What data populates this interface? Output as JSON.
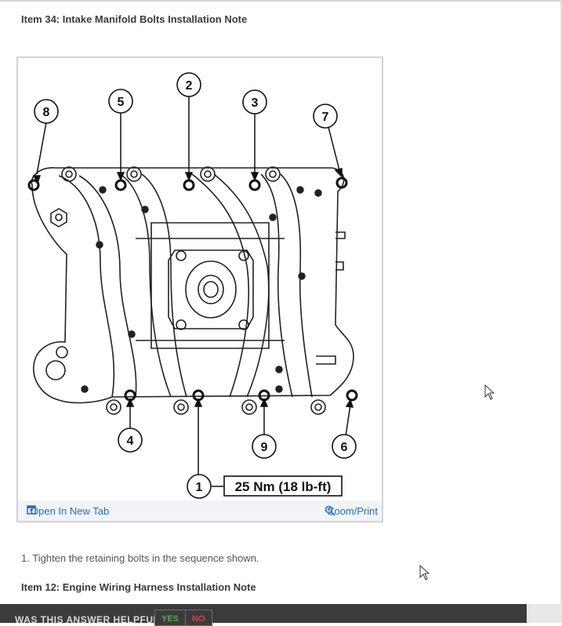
{
  "headings": {
    "item34": "Item 34: Intake Manifold Bolts Installation Note",
    "item12": "Item 12: Engine Wiring Harness Installation Note"
  },
  "figure": {
    "callouts": [
      "1",
      "2",
      "3",
      "4",
      "5",
      "6",
      "7",
      "8",
      "9"
    ],
    "torque_label": "25 Nm (18 lb-ft)",
    "open_in_new_tab": "Open In New Tab",
    "zoom_print": "Zoom/Print",
    "icons": [
      "open-in-new-tab-icon",
      "zoom-icon"
    ]
  },
  "instructions": {
    "step1": "1. Tighten the retaining bolts in the sequence shown."
  },
  "feedback": {
    "question": "WAS THIS ANSWER HELPFUL?",
    "yes": "YES",
    "no": "NO"
  },
  "colors": {
    "link": "#2a6db6",
    "yes": "#5aa55a",
    "no": "#c94a4a",
    "feedback_bar": "#3b3b3b"
  }
}
